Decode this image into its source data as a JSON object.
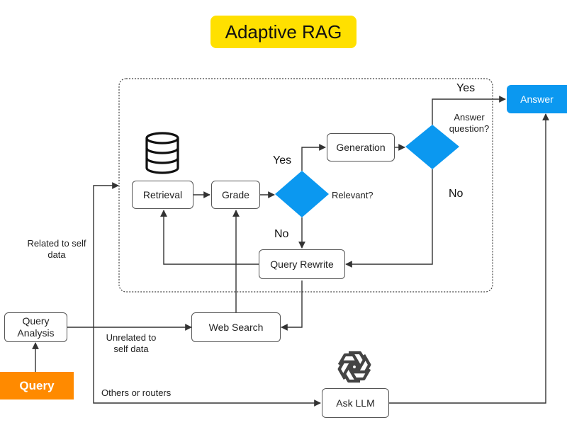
{
  "title": "Adaptive RAG",
  "nodes": {
    "retrieval": "Retrieval",
    "grade": "Grade",
    "generation": "Generation",
    "query_rewrite": "Query Rewrite",
    "web_search": "Web Search",
    "query_analysis": "Query Analysis",
    "ask_llm": "Ask LLM",
    "answer": "Answer",
    "query": "Query"
  },
  "decisions": {
    "relevant": "Relevant?",
    "answer_question": "Answer question?"
  },
  "edge_labels": {
    "yes_relevant": "Yes",
    "no_relevant": "No",
    "yes_answer": "Yes",
    "no_answer": "No",
    "related": "Related to self data",
    "unrelated": "Unrelated to self data",
    "others": "Others or routers"
  },
  "icons": {
    "retrieval_icon": "database-icon",
    "llm_icon": "openai-logo-icon"
  },
  "colors": {
    "title_bg": "#ffe000",
    "decision": "#0b98f0",
    "answer_bg": "#0b98f0",
    "query_bg": "#ff8a00"
  }
}
